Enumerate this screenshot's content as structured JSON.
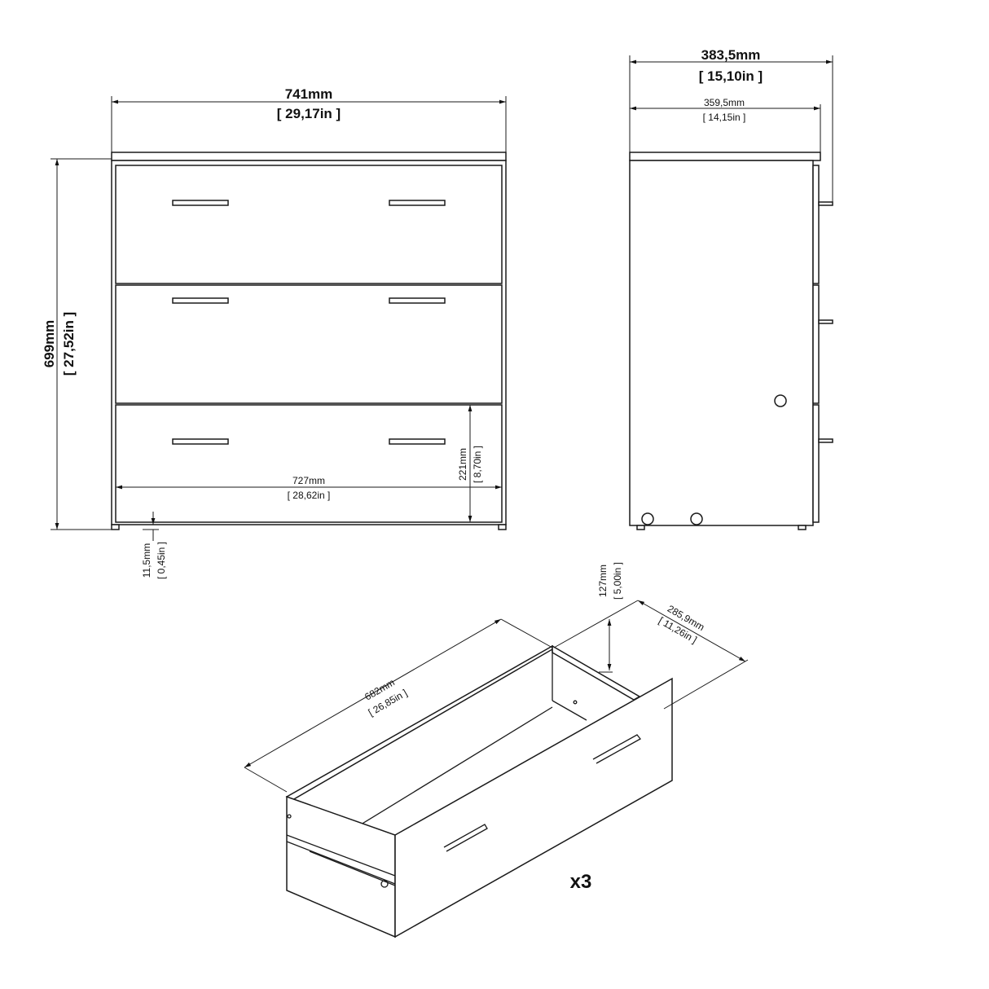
{
  "front_view": {
    "width": {
      "mm": "741mm",
      "in": "[ 29,17in ]"
    },
    "height": {
      "mm": "699mm",
      "in": "[ 27,52in ]"
    },
    "inner_width": {
      "mm": "727mm",
      "in": "[ 28,62in ]"
    },
    "drawer_height": {
      "mm": "221mm",
      "in": "[ 8,70in ]"
    },
    "foot_height": {
      "mm": "11,5mm",
      "in": "[ 0,45in ]"
    }
  },
  "side_view": {
    "depth_total": {
      "mm": "383,5mm",
      "in": "[ 15,10in ]"
    },
    "depth_body": {
      "mm": "359,5mm",
      "in": "[ 14,15in ]"
    }
  },
  "drawer_view": {
    "length": {
      "mm": "682mm",
      "in": "[ 26,85in ]"
    },
    "height": {
      "mm": "127mm",
      "in": "[ 5,00in ]"
    },
    "depth": {
      "mm": "285,9mm",
      "in": "[ 11,26in ]"
    },
    "quantity": "x3"
  }
}
